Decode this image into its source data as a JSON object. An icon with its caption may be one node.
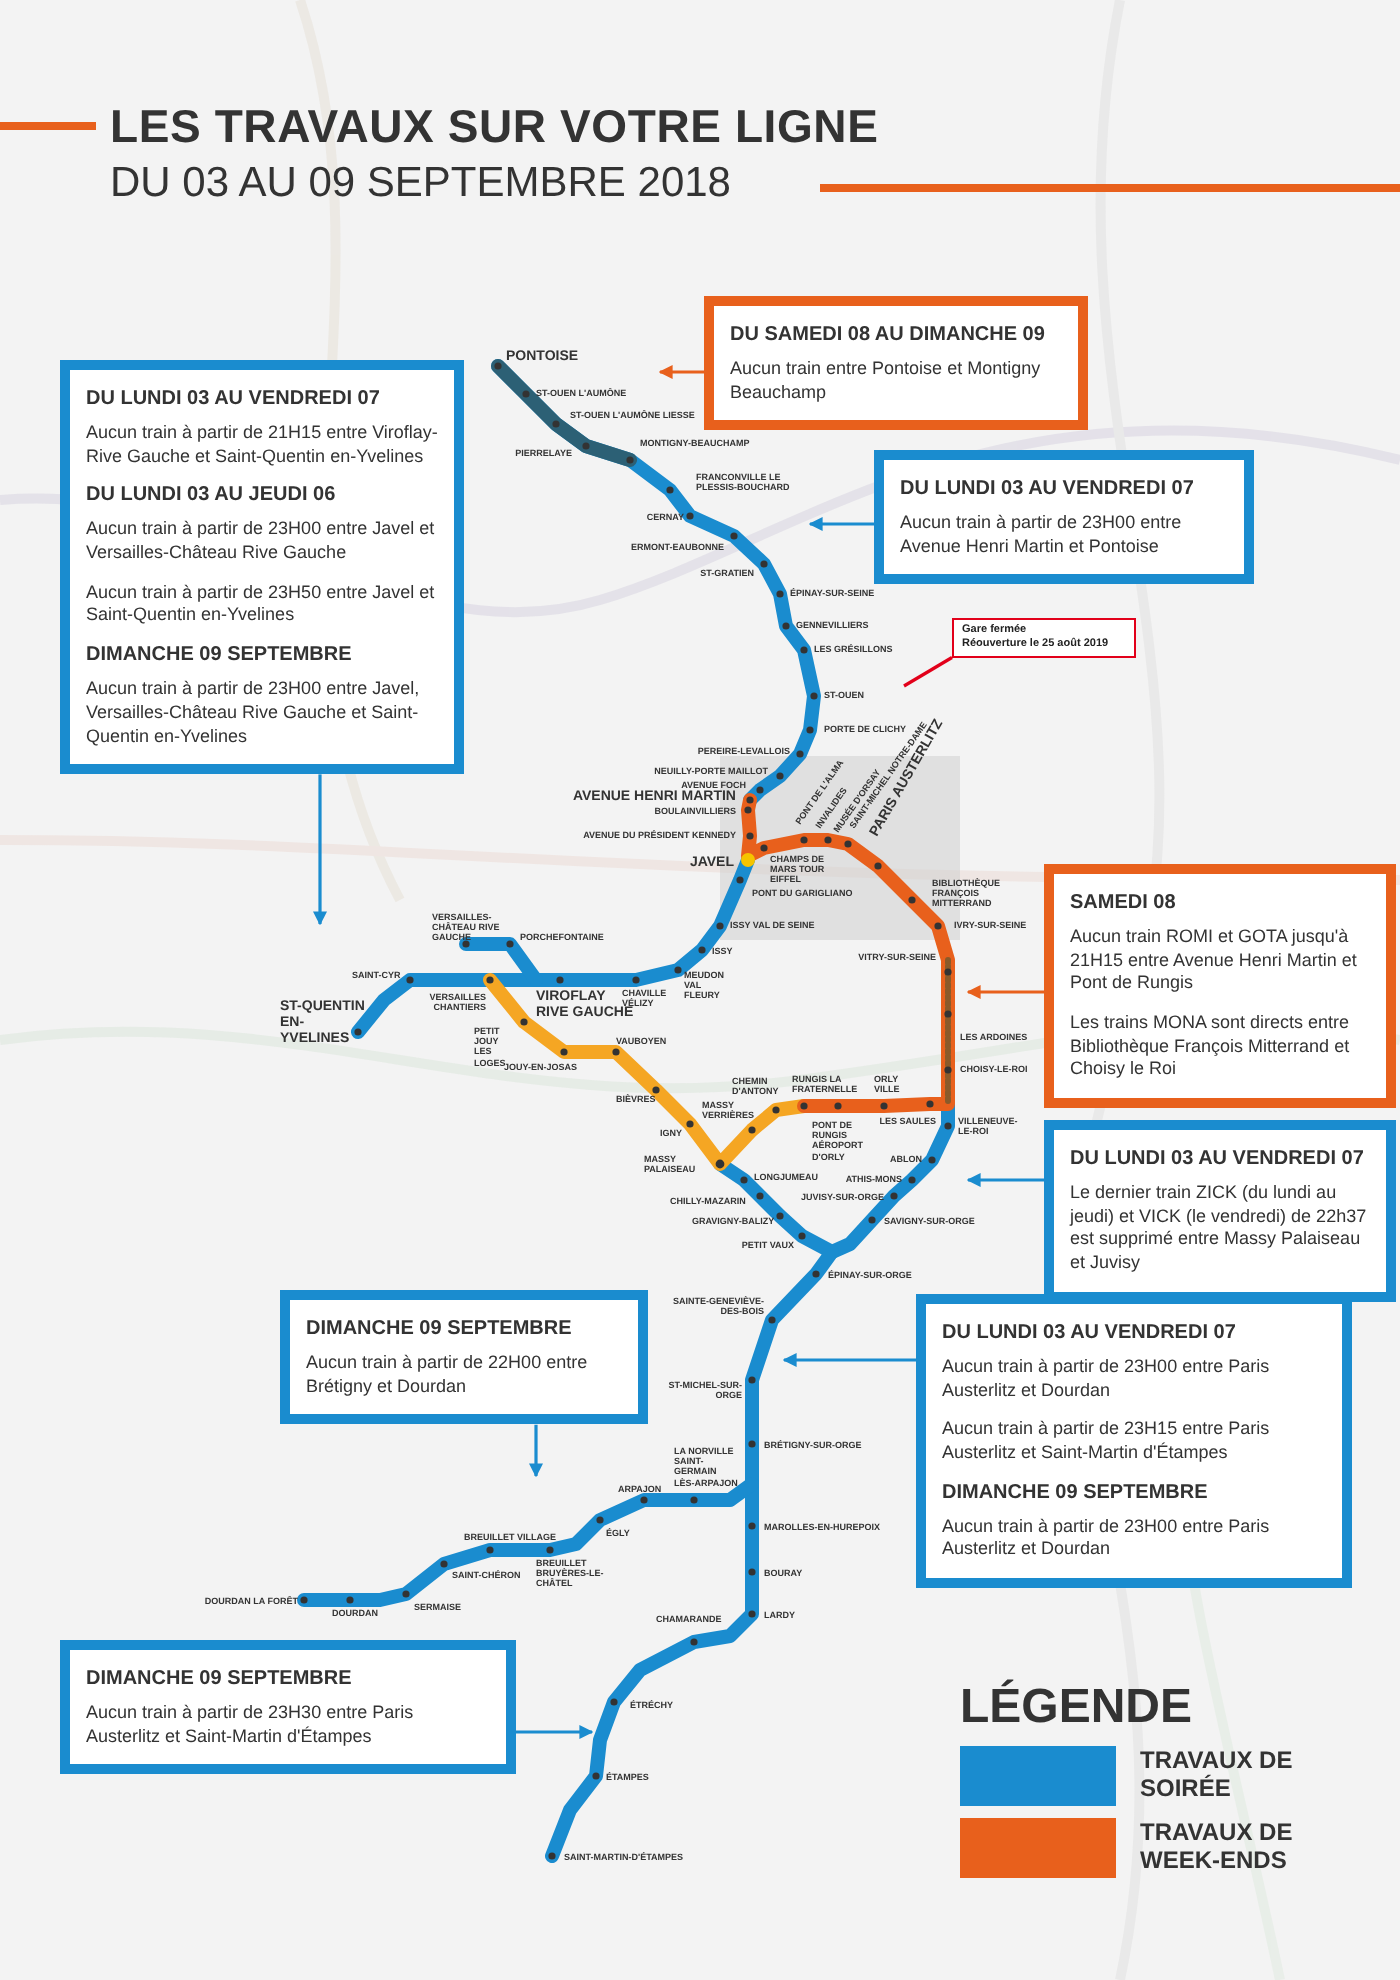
{
  "diagram": {
    "title": "LES TRAVAUX SUR VOTRE LIGNE",
    "nodes": [
      {
        "text": [
          "DU SAMEDI 08 AU DIMANCHE 09",
          "Aucun train entre Pontoise et Montigny Beauchamp"
        ]
      },
      {
        "text": [
          "DU LUNDI 03 AU VENDREDI 07",
          "Aucun train à partir de 21H15 entre Viroflay-Rive Gauche et Saint-Quentin en-Yvelines",
          "DU LUNDI 03 AU JEUDI 06",
          "Aucun train à partir de 23H00 entre Javel et Versailles-Château Rive Gauche",
          "Aucun train à partir de 23H50 entre Javel et Saint-Quentin en-Yvelines",
          "DIMANCHE 09 SEPTEMBRE",
          "Aucun train à partir de 23H00 entre Javel, Versailles-Château Rive Gauche et Saint-Quentin en-Yvelines"
        ]
      },
      {
        "text": [
          "DU LUNDI 03 AU VENDREDI 07",
          "Aucun train à partir de 23H00 entre Avenue Henri Martin et Pontoise"
        ]
      },
      {
        "text": [
          "Gare fermée",
          "Réouverture le 25 août 2019"
        ]
      },
      {
        "text": [
          "SAMEDI 08",
          "Aucun train ROMI et GOTA jusqu'à 21H15 entre Avenue Henri Martin et Pont de Rungis",
          "Les trains MONA sont directs entre Bibliothèque François Mitterrand et Choisy le Roi"
        ]
      },
      {
        "text": [
          "DU LUNDI 03 AU VENDREDI 07",
          "Le dernier train ZICK (du lundi au jeudi) et VICK (le vendredi) de 22h37 est supprimé entre Massy Palaiseau et Juvisy"
        ]
      },
      {
        "text": [
          "DIMANCHE 09 SEPTEMBRE",
          "Aucun train à partir de 22H00 entre Brétigny et Dourdan"
        ]
      },
      {
        "text": [
          "DU LUNDI 03 AU VENDREDI 07",
          "Aucun train à partir de 23H00 entre Paris Austerlitz et Dourdan",
          "Aucun train à partir de 23H15 entre Paris Austerlitz et Saint-Martin d'Étampes",
          "DIMANCHE 09 SEPTEMBRE",
          "Aucun train à partir de 23H00 entre Paris Austerlitz et Dourdan"
        ]
      },
      {
        "text": [
          "DIMANCHE 09 SEPTEMBRE",
          "Aucun train à partir de 23H30 entre Paris Austerlitz et Saint-Martin d'Étampes"
        ]
      }
    ],
    "edges": [
      {
        "from": 0,
        "to": null,
        "arrow": "to",
        "color": "#e8601c"
      },
      {
        "from": 1,
        "to": null,
        "arrow": "to"
      },
      {
        "from": 2,
        "to": null,
        "arrow": "to"
      },
      {
        "from": 3,
        "to": null,
        "arrow": "none",
        "color": "#e2001a"
      },
      {
        "from": 4,
        "to": null,
        "arrow": "to",
        "color": "#e8601c"
      },
      {
        "from": 5,
        "to": null,
        "arrow": "to"
      },
      {
        "from": 6,
        "to": null,
        "arrow": "to"
      },
      {
        "from": 7,
        "to": null,
        "arrow": "to"
      },
      {
        "from": 8,
        "to": null,
        "arrow": "to"
      }
    ],
    "labels": [
      "DU 03 AU 09 SEPTEMBRE 2018",
      "PONTOISE",
      "ST-OUEN L'AUMÔNE",
      "ST-OUEN L'AUMÔNE LIESSE",
      "PIERRELAYE",
      "MONTIGNY-BEAUCHAMP",
      "FRANCONVILLE LE PLESSIS-BOUCHARD",
      "CERNAY",
      "ERMONT-EAUBONNE",
      "ST-GRATIEN",
      "ÉPINAY-SUR-SEINE",
      "GENNEVILLIERS",
      "LES GRÉSILLONS",
      "ST-OUEN",
      "PORTE DE CLICHY",
      "PEREIRE-LEVALLOIS",
      "NEUILLY-PORTE MAILLOT",
      "AVENUE FOCH",
      "AVENUE HENRI MARTIN",
      "BOULAINVILLIERS",
      "AVENUE DU PRÉSIDENT KENNEDY",
      "JAVEL",
      "PONT DU GARIGLIANO",
      "CHAMPS DE MARS TOUR EIFFEL",
      "PONT DE L'ALMA",
      "INVALIDES",
      "MUSÉE D'ORSAY",
      "SAINT-MICHEL NOTRE-DAME",
      "PARIS AUSTERLITZ",
      "BIBLIOTHÈQUE FRANÇOIS MITTERRAND",
      "IVRY-SUR-SEINE",
      "VITRY-SUR-SEINE",
      "LES ARDOINES",
      "CHOISY-LE-ROI",
      "LES SAULES",
      "VILLENEUVE-LE-ROI",
      "ABLON",
      "ATHIS-MONS",
      "JUVISY-SUR-ORGE",
      "SAVIGNY-SUR-ORGE",
      "ÉPINAY-SUR-ORGE",
      "SAINTE-GENEVIÈVE-DES-BOIS",
      "ST-MICHEL-SUR-ORGE",
      "BRÉTIGNY-SUR-ORGE",
      "MAROLLES-EN-HUREPOIX",
      "BOURAY",
      "LARDY",
      "CHAMARANDE",
      "ÉTRÉCHY",
      "ÉTAMPES",
      "SAINT-MARTIN-D'ÉTAMPES",
      "LA NORVILLE SAINT-GERMAIN LÈS-ARPAJON",
      "ARPAJON",
      "ÉGLY",
      "BREUILLET BRUYÈRES-LE-CHÂTEL",
      "BREUILLET VILLAGE",
      "SAINT-CHÉRON",
      "SERMAISE",
      "DOURDAN",
      "DOURDAN LA FORÊT",
      "ISSY VAL DE SEINE",
      "ISSY",
      "MEUDON VAL FLEURY",
      "CHAVILLE VÉLIZY",
      "VIROFLAY RIVE GAUCHE",
      "PORCHEFONTAINE",
      "VERSAILLES-CHÂTEAU RIVE GAUCHE",
      "VERSAILLES CHANTIERS",
      "SAINT-CYR",
      "ST-QUENTIN EN-YVELINES",
      "PETIT JOUY LES LOGES",
      "JOUY-EN-JOSAS",
      "VAUBOYEN",
      "BIÈVRES",
      "IGNY",
      "MASSY VERRIÈRES",
      "MASSY PALAISEAU",
      "CHEMIN D'ANTONY",
      "RUNGIS LA FRATERNELLE",
      "PONT DE RUNGIS AÉROPORT D'ORLY",
      "ORLY VILLE",
      "LONGJUMEAU",
      "CHILLY-MAZARIN",
      "GRAVIGNY-BALIZY",
      "PETIT VAUX",
      "LÉGENDE"
    ],
    "legend": [
      {
        "text": "TRAVAUX DE SOIRÉE",
        "color": "#1a8ccf"
      },
      {
        "text": "TRAVAUX DE WEEK-ENDS",
        "color": "#e8601c"
      }
    ]
  }
}
